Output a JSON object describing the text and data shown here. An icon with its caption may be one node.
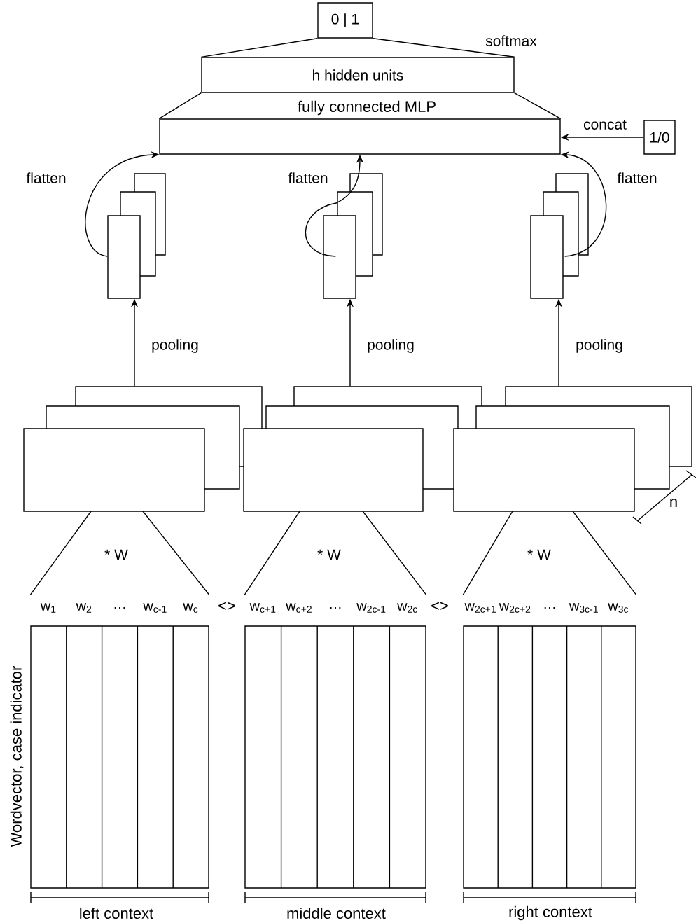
{
  "diagram": {
    "nodes": [
      {
        "text": [
          "0 | 1"
        ]
      },
      {
        "text": [
          "h hidden units"
        ]
      },
      {
        "text": [],
        "shape": "box"
      },
      {
        "text": [
          "1/0"
        ]
      },
      {
        "text": [],
        "shape": "box"
      },
      {
        "text": [],
        "shape": "box"
      },
      {
        "text": [],
        "shape": "box"
      },
      {
        "text": [],
        "shape": "box"
      },
      {
        "text": [],
        "shape": "box"
      },
      {
        "text": [],
        "shape": "box"
      },
      {
        "text": [
          "w$_{1}$",
          "w$_{2}$",
          "…",
          "w$_{c-1}$",
          "w$_{c}$"
        ]
      },
      {
        "text": [
          "w$_{c+1}$",
          "w$_{c+2}$",
          "…",
          "w$_{2c-1}$",
          "w$_{2c}$"
        ]
      },
      {
        "text": [
          "w$_{2c+1}$",
          "w$_{2c+2}$",
          "…",
          "w$_{3c-1}$",
          "w$_{3c}$"
        ]
      }
    ],
    "edges": [
      {
        "from": 1,
        "to": 0,
        "arrow": "none",
        "label": "softmax"
      },
      {
        "from": 2,
        "to": 1,
        "arrow": "none"
      },
      {
        "from": 3,
        "to": 2,
        "arrow": "to",
        "label": "concat"
      },
      {
        "from": 4,
        "to": 2,
        "arrow": "to",
        "label": "flatten"
      },
      {
        "from": 5,
        "to": 2,
        "arrow": "to",
        "label": "flatten"
      },
      {
        "from": 6,
        "to": 2,
        "arrow": "to",
        "label": "flatten"
      },
      {
        "from": 7,
        "to": 4,
        "arrow": "to",
        "label": "pooling"
      },
      {
        "from": 8,
        "to": 5,
        "arrow": "to",
        "label": "pooling"
      },
      {
        "from": 9,
        "to": 6,
        "arrow": "to",
        "label": "pooling"
      },
      {
        "from": 10,
        "to": 7,
        "arrow": "none",
        "label": "* W"
      },
      {
        "from": 11,
        "to": 8,
        "arrow": "none",
        "label": "* W"
      },
      {
        "from": 12,
        "to": 9,
        "arrow": "none",
        "label": "* W"
      }
    ],
    "labels": [
      "fully connected MLP",
      "n",
      "<>",
      "<>",
      "Wordvector, case indicator",
      "left context",
      "middle context",
      "right context"
    ]
  }
}
